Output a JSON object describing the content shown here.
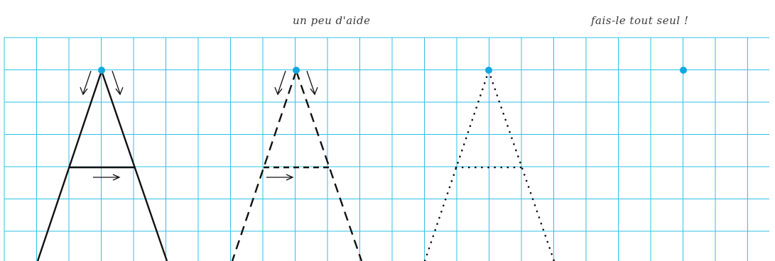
{
  "captions": {
    "help": "un peu d'aide",
    "alone": "fais-le tout seul !"
  },
  "letter": "A",
  "stages": [
    {
      "name": "model",
      "stroke": "solid",
      "arrows": true
    },
    {
      "name": "dashed-guide",
      "stroke": "dashed",
      "arrows": true
    },
    {
      "name": "dotted-guide",
      "stroke": "dotted",
      "arrows": false
    },
    {
      "name": "start-point-only",
      "stroke": "none",
      "arrows": false
    }
  ],
  "colors": {
    "grid": "#2fc0e6",
    "stroke": "#111111",
    "start_dot": "#10a8e0"
  }
}
